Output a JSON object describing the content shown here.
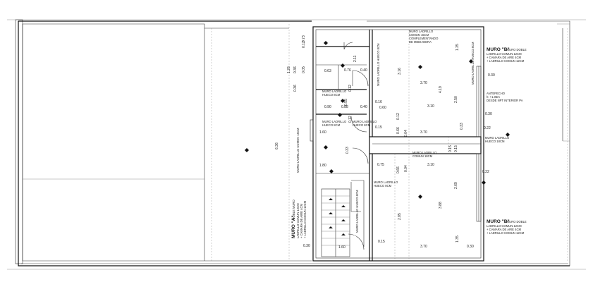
{
  "labels": {
    "muro_b_top_title": "MURO \"B\"",
    "muro_b_top_sub": "- MURO DOBLE",
    "muro_b_top_line1": "LADRILLO COMUN 12CM",
    "muro_b_top_line2": "+ CAMARA DE AIRE 4CM",
    "muro_b_top_line3": "+ LADRILLO COMUN 12CM",
    "muro_b_bot_title": "MURO \"B\"",
    "muro_b_bot_sub": "- MURO DOBLE",
    "muro_b_bot_line1": "LADRILLO COMUN 12CM",
    "muro_b_bot_line2": "+ CAMARA DE AIRE 4CM",
    "muro_b_bot_line3": "+ LADRILLO COMUN 12CM",
    "comun15_line1": "MURO LADRILLO",
    "comun15_line2": "COMUN 15CM",
    "comun15_line3": "COMPLEMENTANDO",
    "comun15_line4": "DE MEDIANERA",
    "antepecho_line1": "ANTEPECHO",
    "antepecho_line2": "h: +1.05m",
    "antepecho_line3": "DESDE NPT INTERIOR PA",
    "hueco18_line1": "MURO LADRILLO",
    "hueco18_line2": "HUECO 18CM",
    "hueco8_a_line1": "MURO LADRILLO",
    "hueco8_a_line2": "HUECO 8CM",
    "hueco8_b_line1": "MURO LADRILLO",
    "hueco8_b_line2": "HUECO 8CM",
    "hueco8_c_line1": "MURO LADRILLO",
    "hueco8_c_line2": "HUECO 8CM",
    "hueco8_d_line1": "MURO LADRILLO",
    "hueco8_d_line2": "HUECO 8CM",
    "comun18_line1": "MURO LADRILLO",
    "comun18_line2": "COMUN 18CM",
    "vert_comun15_left": "MURO LADRILLO COMUN 15CM",
    "vert_muro_a_title": "MURO \"A\"",
    "vert_muro_a_rest": "- DOBLE MURO",
    "vert_muro_a_l1": "LADRILLO COMUN 12CM",
    "vert_muro_a_l2": "+ CAMARA DE AIRE 4CM",
    "vert_muro_a_l3": "+ LADRILLO COMUN 12CM",
    "vert_hueco8_right": "MURO LADRILLO HUECO 8CM",
    "vert_hueco8_top": "MURO LADRILLO HUECO 8CM",
    "vert_hueco8_stair": "MURO LADRILLO HUECO 8CM"
  },
  "dims": {
    "d012a": "0.12",
    "d073": "0.73",
    "d126": "1.26",
    "d036a": "0.36",
    "d005": "0.05",
    "d036b": "0.36",
    "d211": "2.11",
    "d063": "0.63",
    "d076": "0.76",
    "d040a": "0.40",
    "d012b": "0.12",
    "d055": "0.55",
    "d090": "0.90",
    "d088": "0.88",
    "d040b": "0.40",
    "d012c": "0.12",
    "d160a": "1.60",
    "d015a": "0.15",
    "d066": "0.66",
    "d004a": "0.04",
    "d016": "0.16",
    "d060": "0.60",
    "d012d": "0.12",
    "d636": "6.36",
    "d030left": "0.30",
    "d033": "0.33",
    "d180": "1.80",
    "d075": "0.75",
    "d066b": "0.66",
    "d004b": "0.04",
    "d160b": "1.60",
    "d015b": "0.15",
    "d316": "3.16",
    "d370a": "3.70",
    "d310a": "3.10",
    "d419": "4.19",
    "d250": "2.50",
    "d370b": "3.70",
    "d135a": "1.35",
    "d030a": "0.30",
    "d030b": "0.30",
    "d022a": "0.22",
    "d310b": "3.10",
    "d015c": "0.15",
    "d022b": "0.22",
    "d269": "2.69",
    "d285": "2.85",
    "d388": "3.88",
    "d135b": "1.35",
    "d370c": "3.70",
    "d030c": "0.30",
    "d015top": "0.15"
  },
  "icons": [
    "level-marker-icon",
    "stair-arrow-icon",
    "door-swing-icon"
  ]
}
